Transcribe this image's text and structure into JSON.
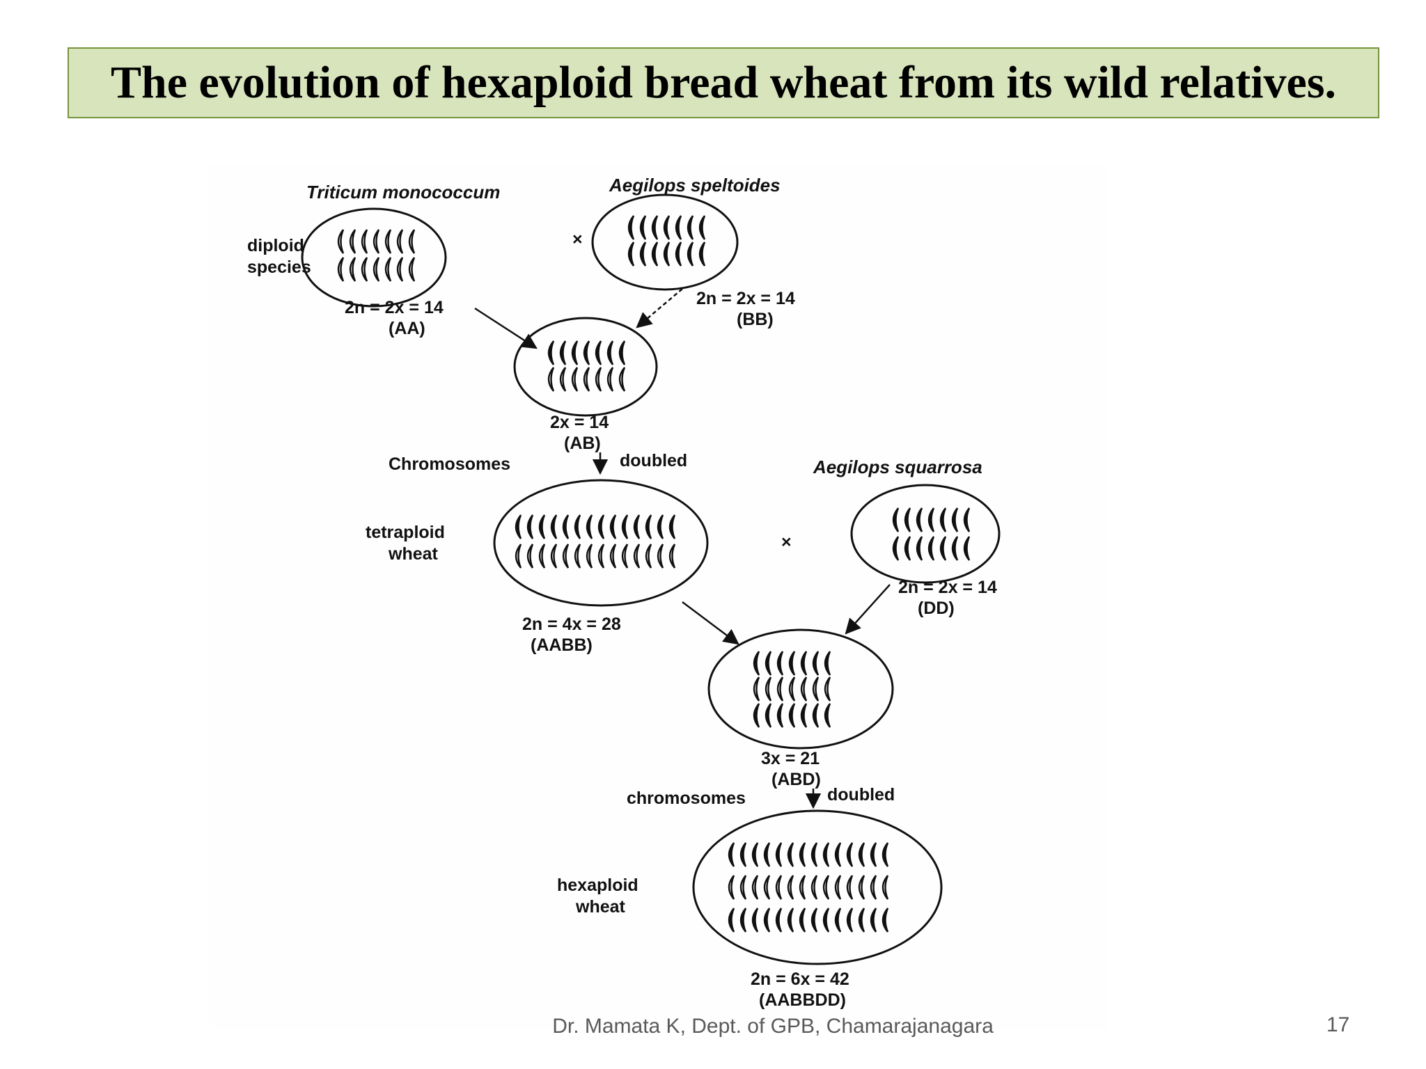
{
  "title": "The evolution of hexaploid bread wheat from its wild relatives.",
  "diagram": {
    "parent_a_name": "Triticum monococcum",
    "parent_b_name": "Aegilops speltoides",
    "parent_d_name": "Aegilops squarrosa",
    "diploid_label_1": "diploid",
    "diploid_label_2": "species",
    "cross_symbol": "×",
    "aa_count": "2n = 2x = 14",
    "aa_genome": "(AA)",
    "bb_count": "2n = 2x = 14",
    "bb_genome": "(BB)",
    "ab_count": "2x = 14",
    "ab_genome": "(AB)",
    "doubled_1_left": "Chromosomes",
    "doubled_1_right": "doubled",
    "tetraploid_label_1": "tetraploid",
    "tetraploid_label_2": "wheat",
    "aabb_count": "2n = 4x = 28",
    "aabb_genome": "(AABB)",
    "dd_count": "2n = 2x = 14",
    "dd_genome": "(DD)",
    "abd_count": "3x = 21",
    "abd_genome": "(ABD)",
    "doubled_2_left": "chromosomes",
    "doubled_2_right": "doubled",
    "hexaploid_label_1": "hexaploid",
    "hexaploid_label_2": "wheat",
    "aabbdd_count": "2n = 6x = 42",
    "aabbdd_genome": "(AABBDD)"
  },
  "footer": "Dr. Mamata K, Dept. of GPB, Chamarajanagara",
  "page_number": "17",
  "colors": {
    "title_fill": "#d8e4bc",
    "title_border": "#77933c",
    "footer_text": "#595959"
  }
}
